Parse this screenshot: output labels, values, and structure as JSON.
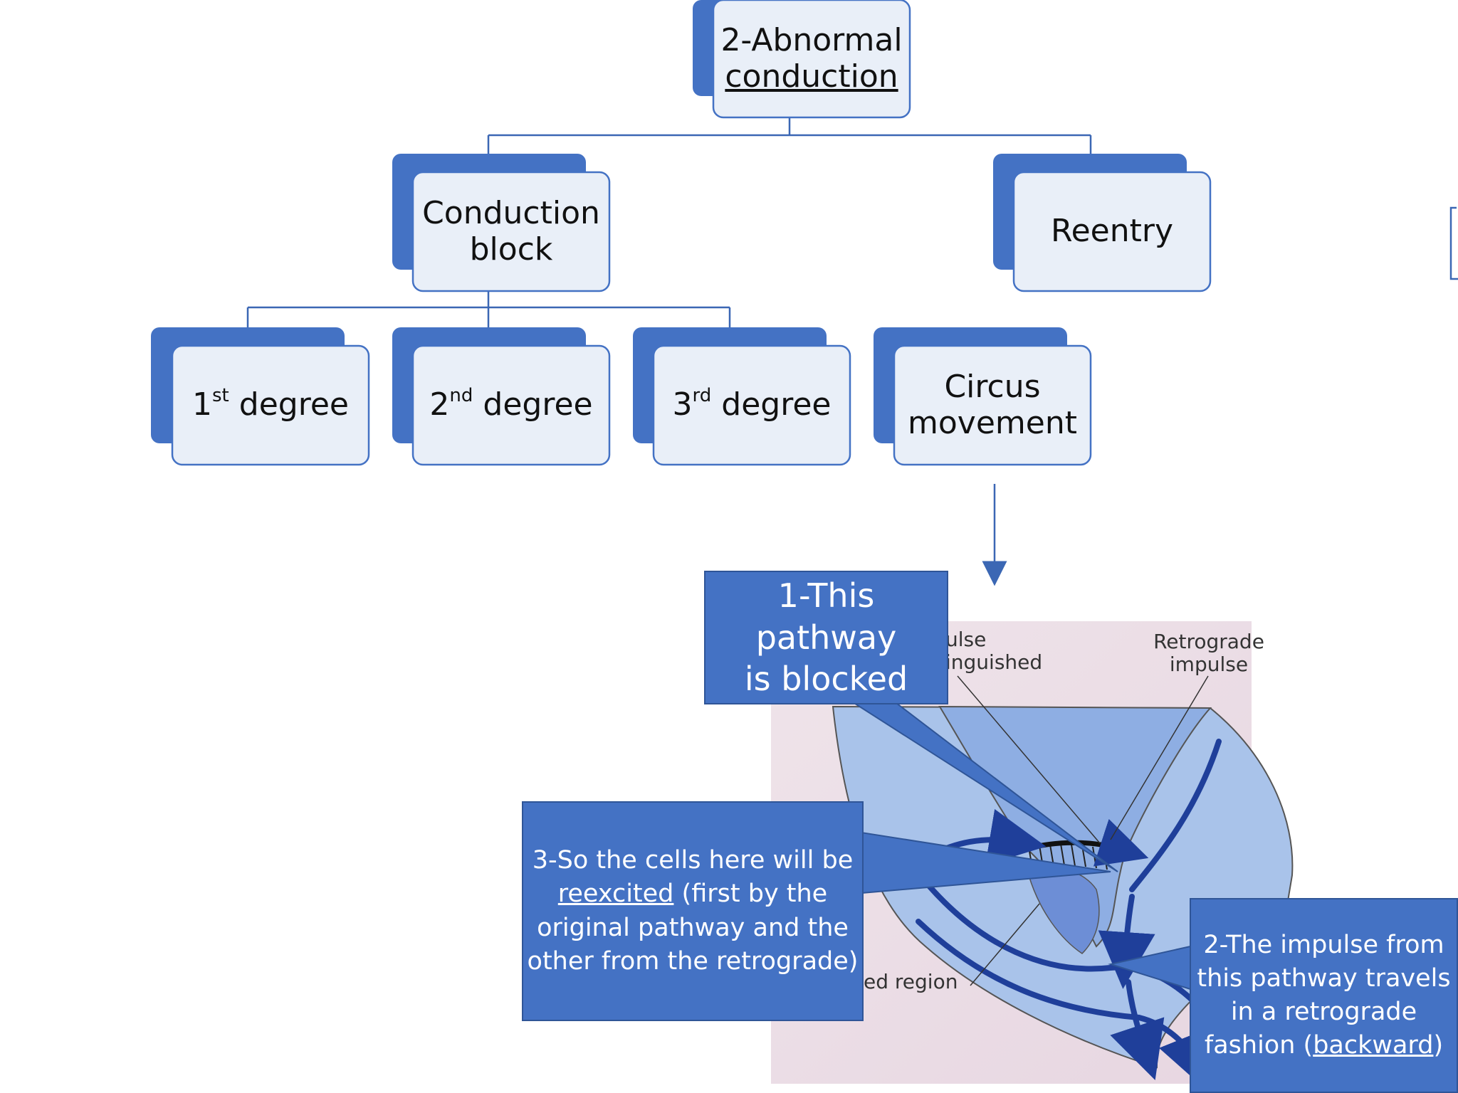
{
  "nodes": {
    "root_line1": "2-Abnormal",
    "root_line2": "conduction",
    "conduction_block_line1": "Conduction",
    "conduction_block_line2": "block",
    "reentry": "Reentry",
    "first_num": "1",
    "first_sup": "st",
    "first_word": "degree",
    "second_num": "2",
    "second_sup": "nd",
    "second_word": "degree",
    "third_num": "3",
    "third_sup": "rd",
    "third_word": "degree",
    "circus_line1": "Circus",
    "circus_line2": "movement"
  },
  "callouts": {
    "c1_line1": "1-This pathway",
    "c1_line2": "is blocked",
    "c3_part1": "3-So the cells here will be",
    "c3_underlined": "reexcited",
    "c3_part2": "(first by the",
    "c3_line3": "original pathway and the",
    "c3_line4": "other from the retrograde)",
    "c2_line1": "2-The impulse from",
    "c2_line2": "this pathway travels",
    "c2_line3": "in a retrograde",
    "c2_line4_pre": "fashion (",
    "c2_line4_u": "backward",
    "c2_line4_post": ")"
  },
  "figure": {
    "label_impulse_line1": "ulse",
    "label_impulse_line2": "inguished",
    "label_retro_line1": "Retrograde",
    "label_retro_line2": "impulse",
    "label_region": "ed region"
  },
  "colors": {
    "accent": "#4472c4",
    "node_fill": "#e9eff8",
    "connector": "#3b67b4"
  }
}
